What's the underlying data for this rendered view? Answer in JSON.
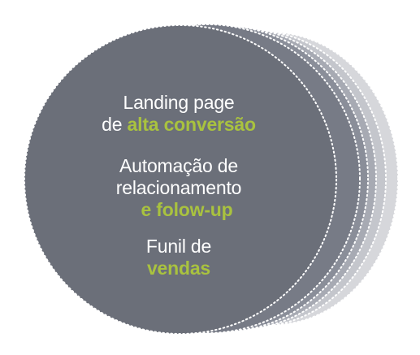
{
  "colors": {
    "front_disc": "#6b6f79",
    "accent_text": "#a9c23f",
    "dots": "#ffffff",
    "rings": [
      "#d6d7db",
      "#c4c6cc",
      "#a7aab3",
      "#8a8e99",
      "#777b86"
    ]
  },
  "diagram": {
    "items": [
      {
        "line1": "Landing page",
        "line2_prefix": "de ",
        "line2_accent": "alta conversão"
      },
      {
        "line1": "Automação de",
        "line2": "relacionamento",
        "line3_accent": "e folow-up"
      },
      {
        "line1": "Funil de",
        "line2_accent": "vendas"
      }
    ]
  }
}
